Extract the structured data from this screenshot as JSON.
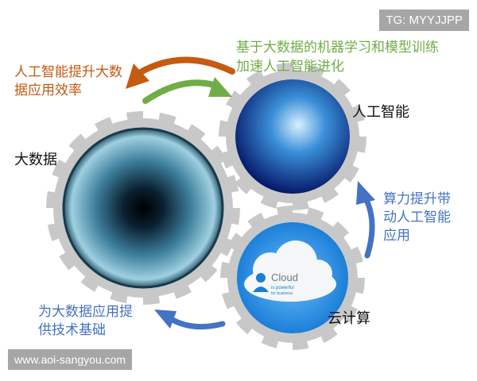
{
  "watermark": "TG: MYYJJPP",
  "website": "www.aoi-sangyou.com",
  "labels": {
    "big_data": "大数据",
    "ai": "人工智能",
    "cloud": "云计算"
  },
  "arrows": {
    "ai_to_bigdata": "人工智能提升大数据应用效率",
    "bigdata_to_ai": "基于大数据的机器学习和模型训练加速人工智能进化",
    "cloud_to_ai": "算力提升带动人工智能应用",
    "cloud_to_bigdata": "为大数据应用提供技术基础"
  },
  "cloud_image": {
    "title": "Cloud",
    "line1": "is powerful",
    "line2": "for business"
  },
  "colors": {
    "orange": "#c55a11",
    "green": "#70ad47",
    "blue": "#4472c4",
    "gear": "#c8c8c8"
  }
}
